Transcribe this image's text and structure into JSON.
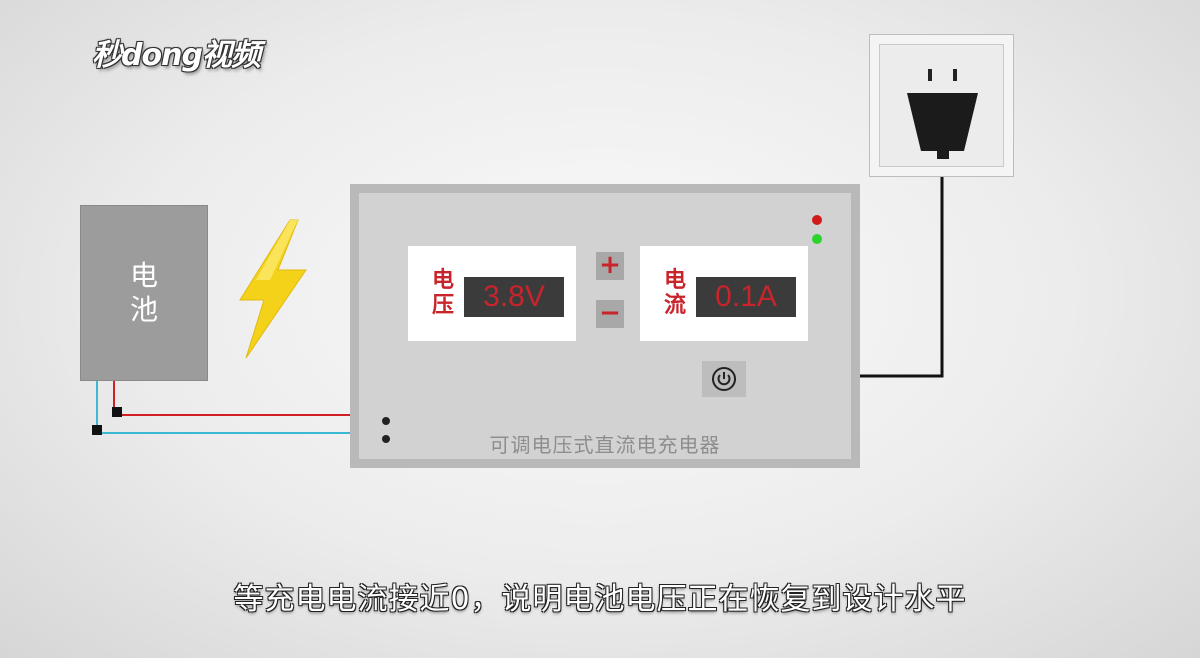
{
  "logo": {
    "text": "秒dong视频"
  },
  "battery": {
    "label_top": "电",
    "label_bottom": "池"
  },
  "charger": {
    "title": "可调电压式直流电充电器",
    "voltage": {
      "label_top": "电",
      "label_bottom": "压",
      "value": "3.8V"
    },
    "current": {
      "label_top": "电",
      "label_bottom": "流",
      "value": "0.1A"
    },
    "plus_label": "+",
    "minus_label": "−",
    "led_colors": {
      "top": "#d11a1a",
      "bottom": "#2bd42b"
    }
  },
  "wires": {
    "positive_color": "#d21f26",
    "negative_color": "#3bb8d4",
    "power_cord_color": "#111111"
  },
  "icons": {
    "bolt": "lightning-bolt-icon",
    "power": "power-icon",
    "plug": "plug-icon"
  },
  "subtitle": {
    "text": "等充电电流接近0，说明电池电压正在恢复到设计水平"
  }
}
